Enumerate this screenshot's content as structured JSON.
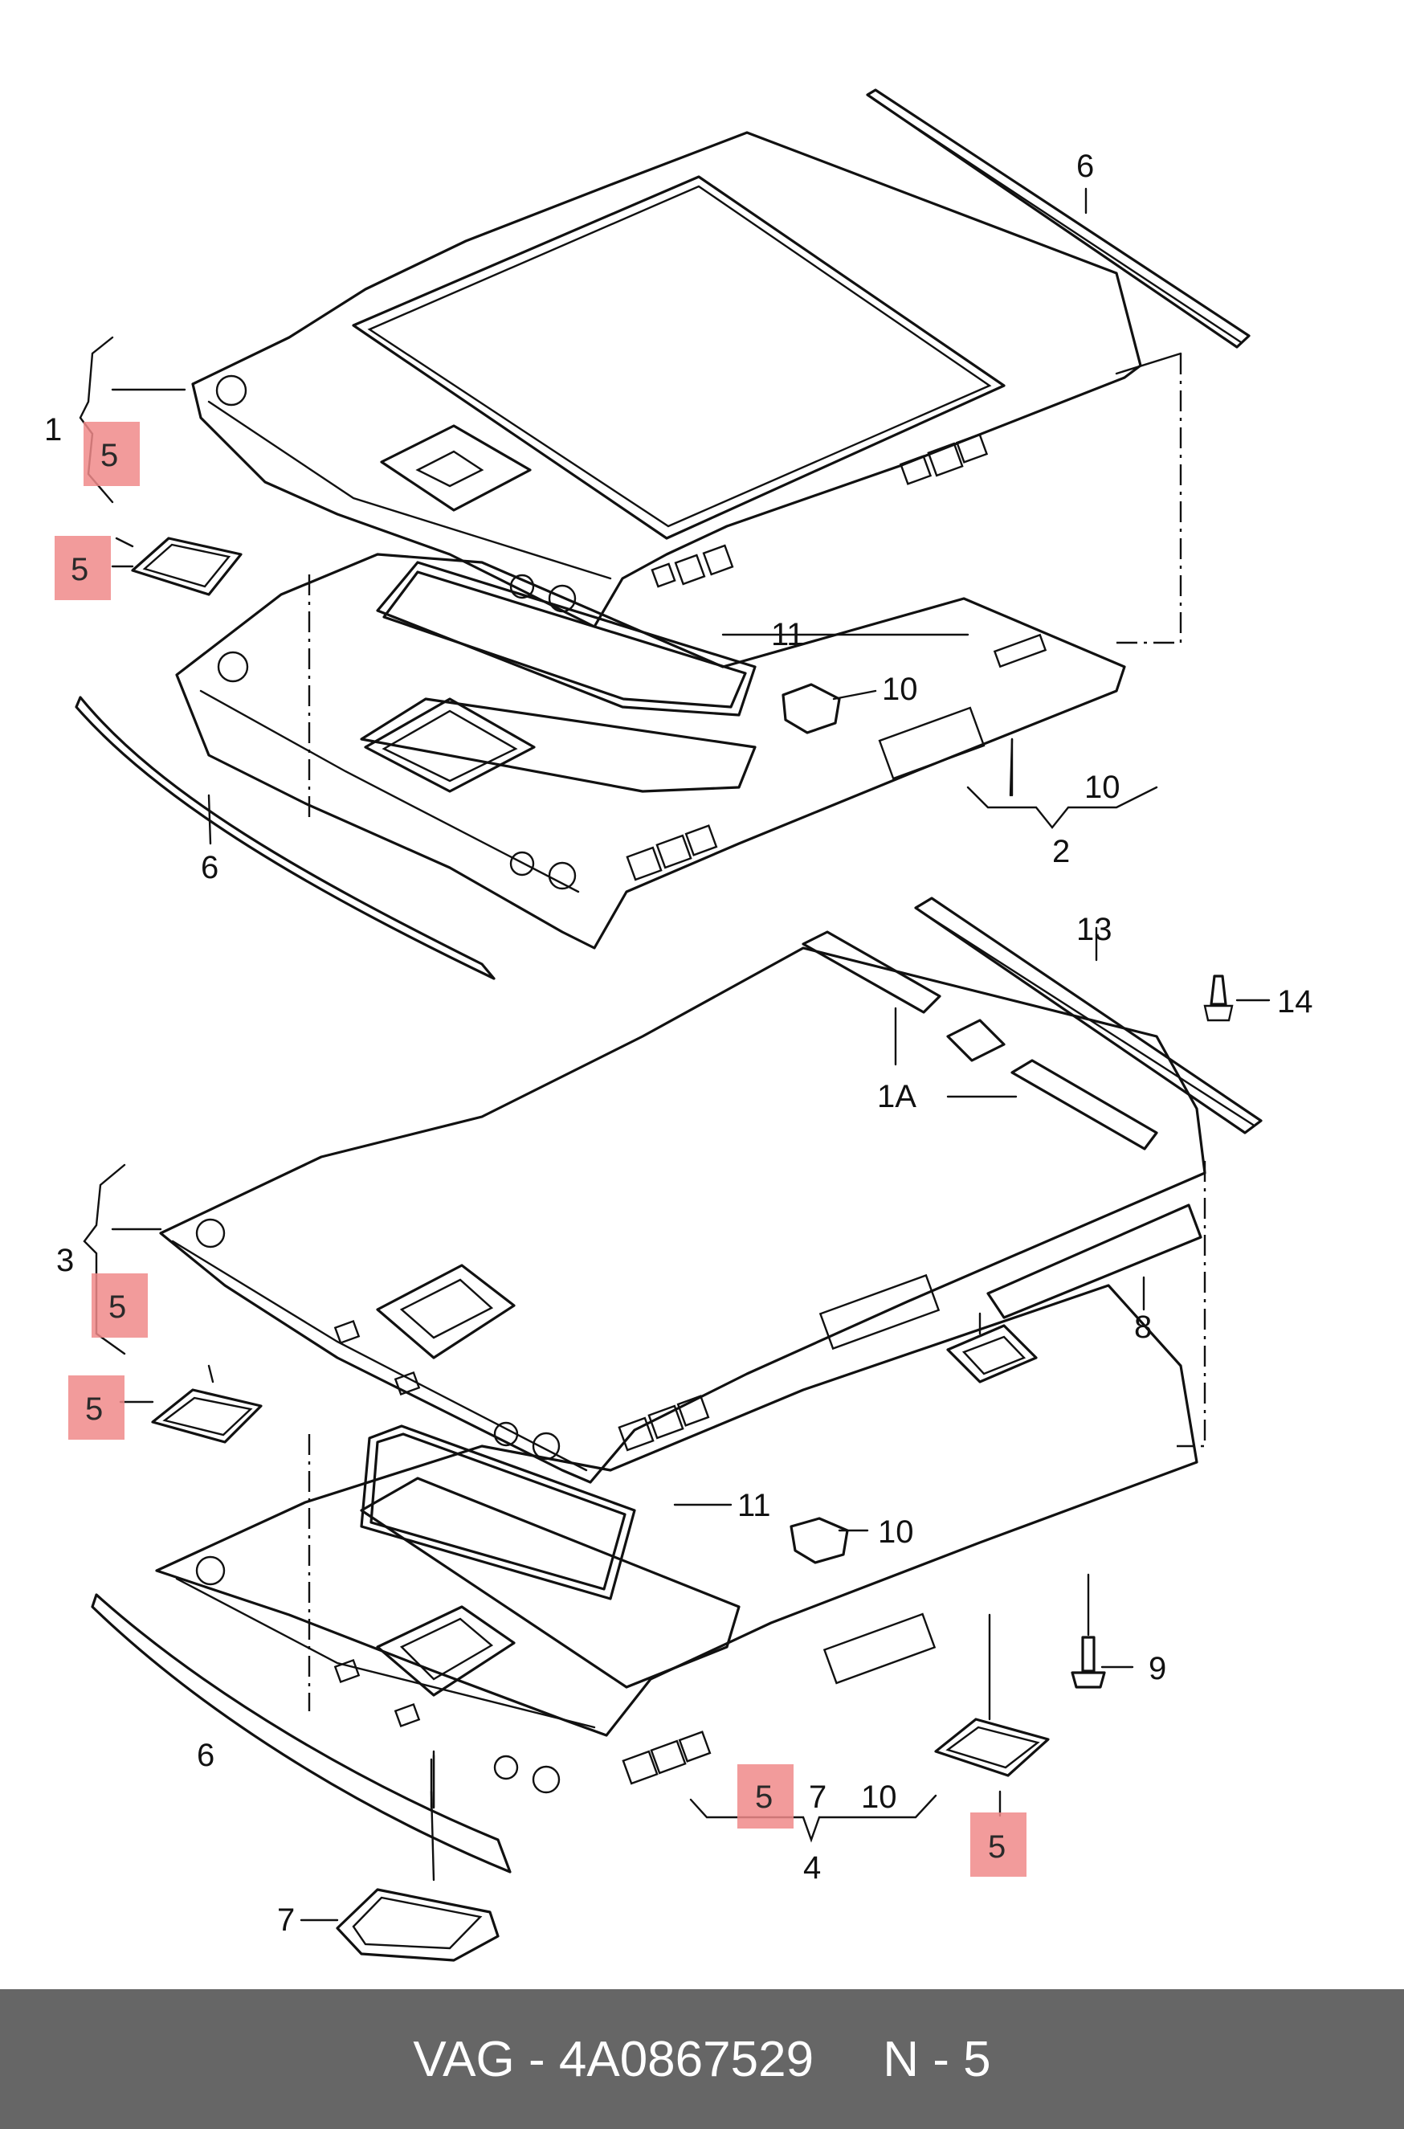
{
  "callouts": {
    "c1": "1",
    "c1A": "1A",
    "c2": "2",
    "c3": "3",
    "c4": "4",
    "c5": "5",
    "c6": "6",
    "c7": "7",
    "c8": "8",
    "c9": "9",
    "c10": "10",
    "c11": "11",
    "c13": "13",
    "c14": "14"
  },
  "highlight_color": "#f08a8a",
  "footer": {
    "brand": "VAG",
    "sep1": " - ",
    "part_number": "4A0867529",
    "gap": "     ",
    "position_label": "N",
    "sep2": " - ",
    "position_number": "5"
  }
}
